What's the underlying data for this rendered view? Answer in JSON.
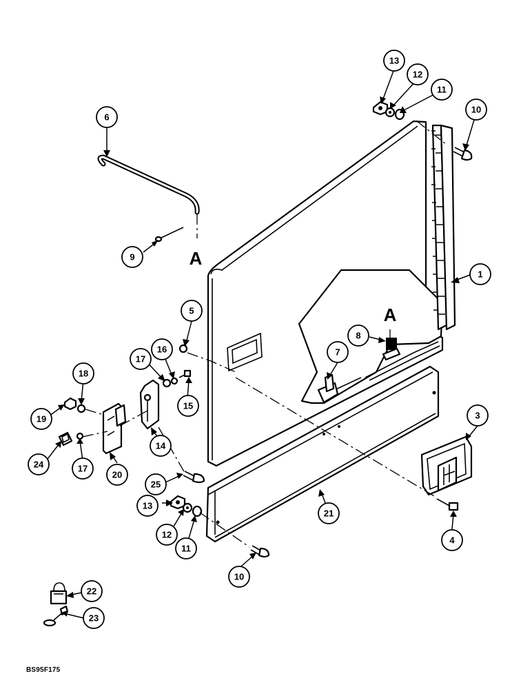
{
  "figure": {
    "code": "BS95F175"
  },
  "section_marks": [
    "A",
    "A"
  ],
  "callouts": [
    {
      "label": "1"
    },
    {
      "label": "3"
    },
    {
      "label": "4"
    },
    {
      "label": "5"
    },
    {
      "label": "6"
    },
    {
      "label": "7"
    },
    {
      "label": "8"
    },
    {
      "label": "9"
    },
    {
      "label": "10"
    },
    {
      "label": "10"
    },
    {
      "label": "11"
    },
    {
      "label": "11"
    },
    {
      "label": "12"
    },
    {
      "label": "12"
    },
    {
      "label": "13"
    },
    {
      "label": "13"
    },
    {
      "label": "14"
    },
    {
      "label": "15"
    },
    {
      "label": "16"
    },
    {
      "label": "17"
    },
    {
      "label": "17"
    },
    {
      "label": "18"
    },
    {
      "label": "19"
    },
    {
      "label": "20"
    },
    {
      "label": "21"
    },
    {
      "label": "22"
    },
    {
      "label": "23"
    },
    {
      "label": "24"
    },
    {
      "label": "25"
    }
  ]
}
